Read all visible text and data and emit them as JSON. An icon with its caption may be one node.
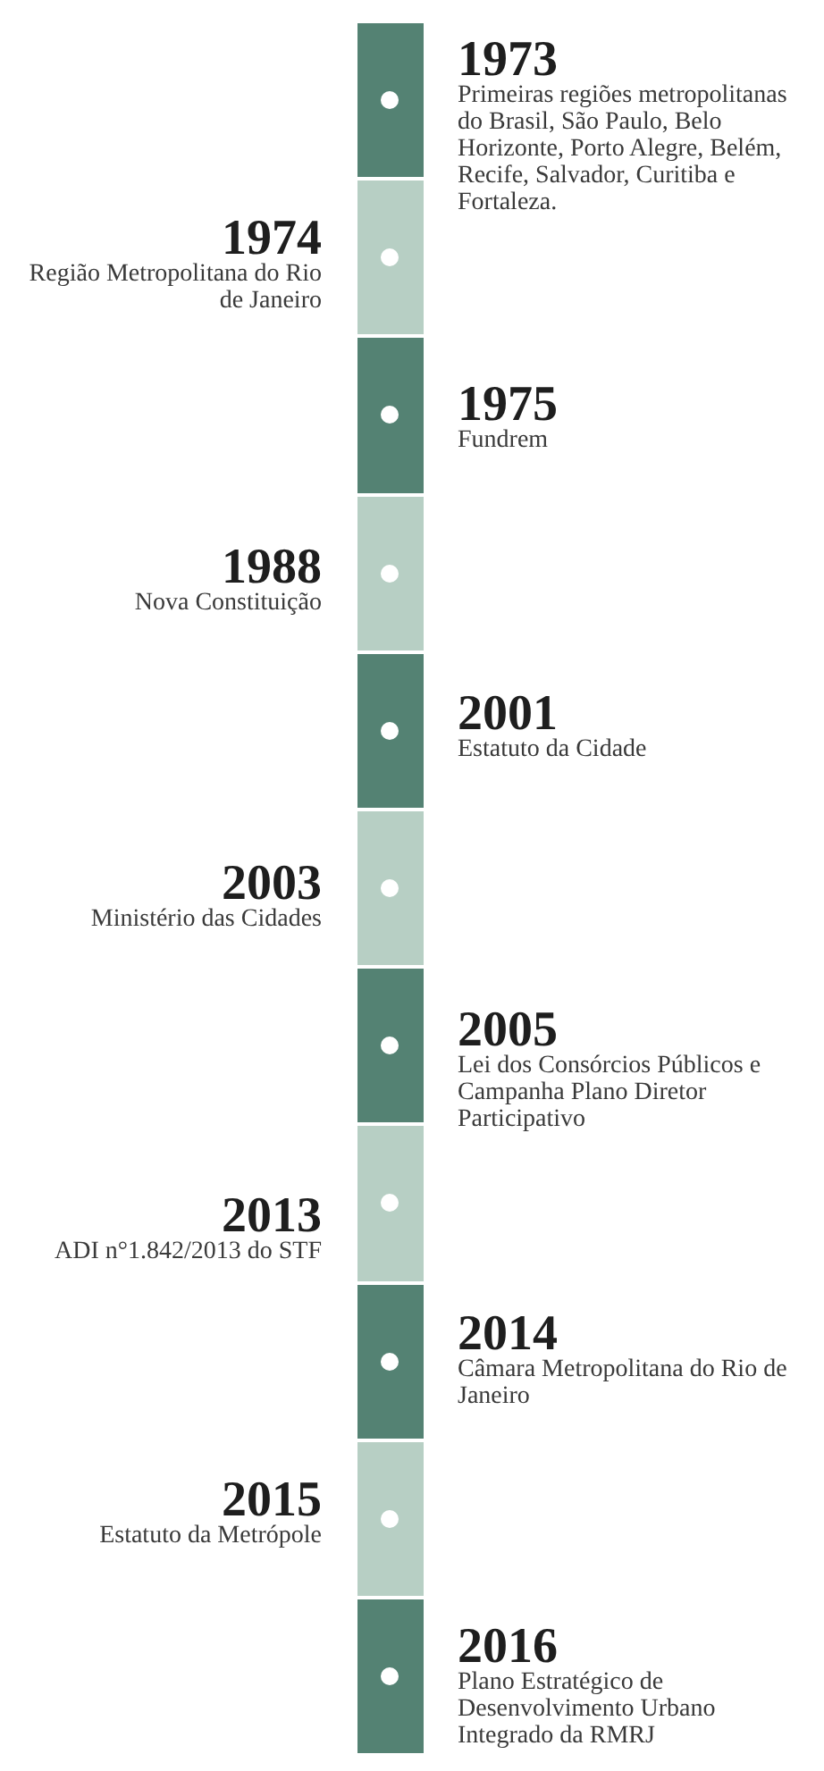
{
  "diagram": {
    "labels": [
      "1973",
      "Primeiras regiões metropolitanas do Brasil, São Paulo, Belo Horizonte, Porto Alegre, Belém, Recife, Salvador, Curitiba e Fortaleza.",
      "1974",
      "Região Metropolitana do Rio de Janeiro",
      "1975",
      "Fundrem",
      "1988",
      "Nova Constituição",
      "2001",
      "Estatuto da Cidade",
      "2003",
      "Ministério das Cidades",
      "2005",
      "Lei dos Consórcios Públicos e Campanha Plano Diretor Participativo",
      "2013",
      "ADI n°1.842/2013 do STF",
      "2014",
      "Câmara Metropolitana do Rio de Janeiro",
      "2015",
      "Estatuto da Metrópole",
      "2016",
      "Plano Estratégico de Desenvolvimento Urbano Integrado da RMRJ"
    ]
  }
}
